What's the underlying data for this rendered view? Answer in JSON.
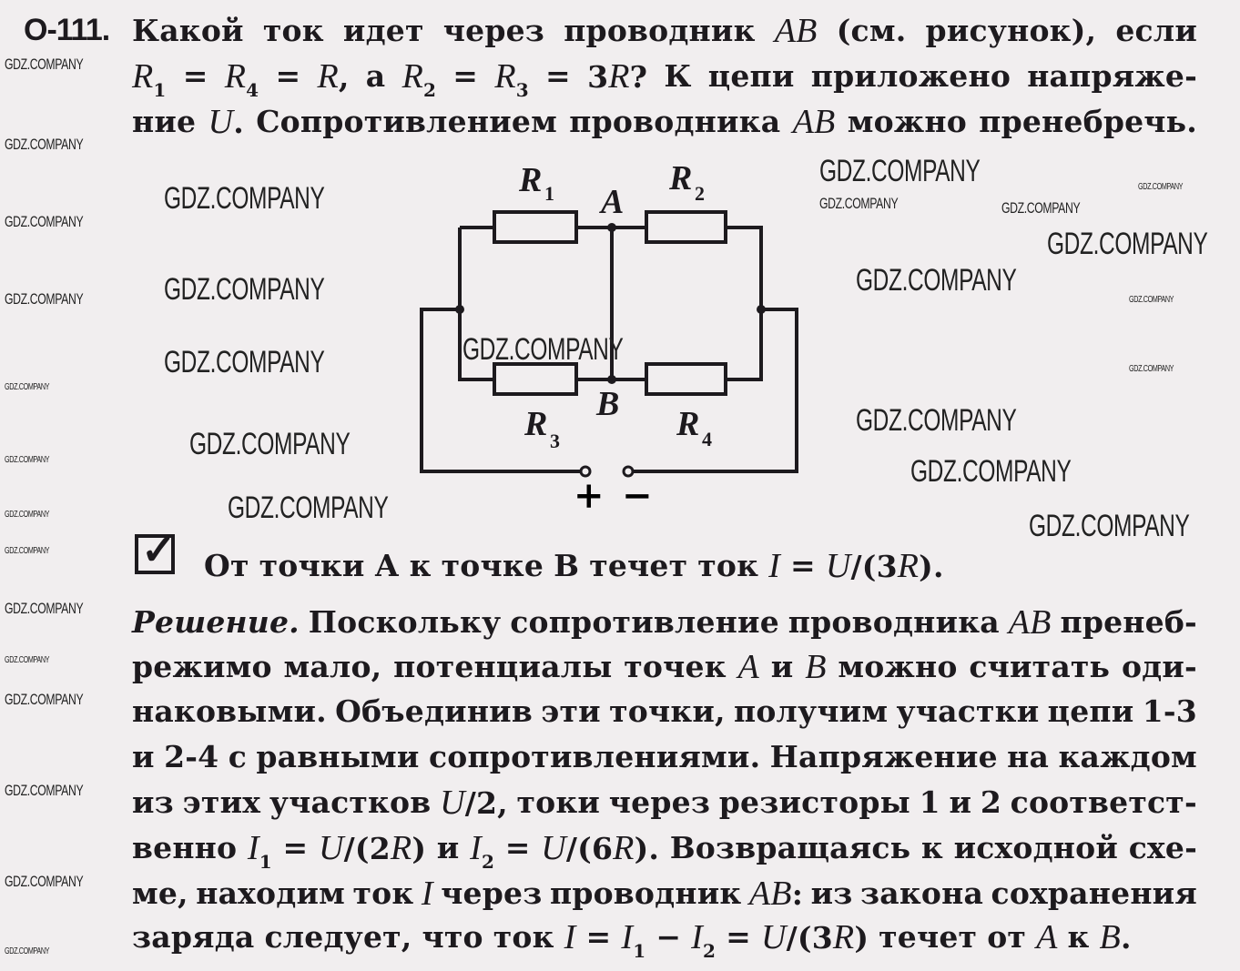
{
  "problem_number": "О-111.",
  "problem_lines": [
    [
      {
        "t": "Какой ток идет через проводник "
      },
      {
        "t": "AB",
        "s": "i"
      },
      {
        "t": " (см. рисунок), если"
      }
    ],
    [
      {
        "t": "R",
        "s": "i"
      },
      {
        "t": "1",
        "s": "sub"
      },
      {
        "t": " = "
      },
      {
        "t": "R",
        "s": "i"
      },
      {
        "t": "4",
        "s": "sub"
      },
      {
        "t": " = "
      },
      {
        "t": "R",
        "s": "i"
      },
      {
        "t": ", а "
      },
      {
        "t": "R",
        "s": "i"
      },
      {
        "t": "2",
        "s": "sub"
      },
      {
        "t": " = "
      },
      {
        "t": "R",
        "s": "i"
      },
      {
        "t": "3",
        "s": "sub"
      },
      {
        "t": " = 3"
      },
      {
        "t": "R",
        "s": "i"
      },
      {
        "t": "? К цепи приложено напряже-"
      }
    ],
    [
      {
        "t": "ние "
      },
      {
        "t": "U",
        "s": "i"
      },
      {
        "t": ". Сопротивлением проводника "
      },
      {
        "t": "AB",
        "s": "i"
      },
      {
        "t": " можно пренебречь."
      }
    ]
  ],
  "circuit": {
    "r1": "R",
    "r1_sub": "1",
    "r2": "R",
    "r2_sub": "2",
    "r3": "R",
    "r3_sub": "3",
    "r4": "R",
    "r4_sub": "4",
    "node_a": "A",
    "node_b": "B",
    "plus": "+",
    "minus": "−"
  },
  "answer": [
    {
      "t": "От точки А к точке В течет ток "
    },
    {
      "t": "I",
      "s": "i"
    },
    {
      "t": " = "
    },
    {
      "t": "U",
      "s": "i"
    },
    {
      "t": "/(3"
    },
    {
      "t": "R",
      "s": "i"
    },
    {
      "t": ")."
    }
  ],
  "checkmark": "✓",
  "solution_lines": [
    [
      {
        "t": "Решение.",
        "s": "bi"
      },
      {
        "t": " Поскольку сопротивление проводника "
      },
      {
        "t": "AB",
        "s": "i"
      },
      {
        "t": " пренеб-"
      }
    ],
    [
      {
        "t": "режимо мало, потенциалы точек "
      },
      {
        "t": "A",
        "s": "i"
      },
      {
        "t": " и "
      },
      {
        "t": "B",
        "s": "i"
      },
      {
        "t": " можно считать оди-"
      }
    ],
    [
      {
        "t": "наковыми. Объединив эти точки, получим участки цепи 1-3"
      }
    ],
    [
      {
        "t": "и 2-4 с равными сопротивлениями. Напряжение на каждом"
      }
    ],
    [
      {
        "t": "из этих участков "
      },
      {
        "t": "U",
        "s": "i"
      },
      {
        "t": "/2, токи через резисторы 1 и 2 соответст-"
      }
    ],
    [
      {
        "t": "венно "
      },
      {
        "t": "I",
        "s": "i"
      },
      {
        "t": "1",
        "s": "sub"
      },
      {
        "t": " = "
      },
      {
        "t": "U",
        "s": "i"
      },
      {
        "t": "/(2"
      },
      {
        "t": "R",
        "s": "i"
      },
      {
        "t": ") и "
      },
      {
        "t": "I",
        "s": "i"
      },
      {
        "t": "2",
        "s": "sub"
      },
      {
        "t": " = "
      },
      {
        "t": "U",
        "s": "i"
      },
      {
        "t": "/(6"
      },
      {
        "t": "R",
        "s": "i"
      },
      {
        "t": "). Возвращаясь к исходной схе-"
      }
    ],
    [
      {
        "t": "ме, находим ток "
      },
      {
        "t": "I",
        "s": "i"
      },
      {
        "t": " через проводник "
      },
      {
        "t": "AB",
        "s": "i"
      },
      {
        "t": ": из закона сохранения"
      }
    ],
    [
      {
        "t": "заряда следует, что ток "
      },
      {
        "t": "I",
        "s": "i"
      },
      {
        "t": " = "
      },
      {
        "t": "I",
        "s": "i"
      },
      {
        "t": "1",
        "s": "sub"
      },
      {
        "t": " − "
      },
      {
        "t": "I",
        "s": "i"
      },
      {
        "t": "2",
        "s": "sub"
      },
      {
        "t": " = "
      },
      {
        "t": "U",
        "s": "i"
      },
      {
        "t": "/(3"
      },
      {
        "t": "R",
        "s": "i"
      },
      {
        "t": ") течет от "
      },
      {
        "t": "A",
        "s": "i"
      },
      {
        "t": " к "
      },
      {
        "t": "B",
        "s": "i"
      },
      {
        "t": "."
      }
    ]
  ],
  "watermark": "GDZ.COMPANY"
}
